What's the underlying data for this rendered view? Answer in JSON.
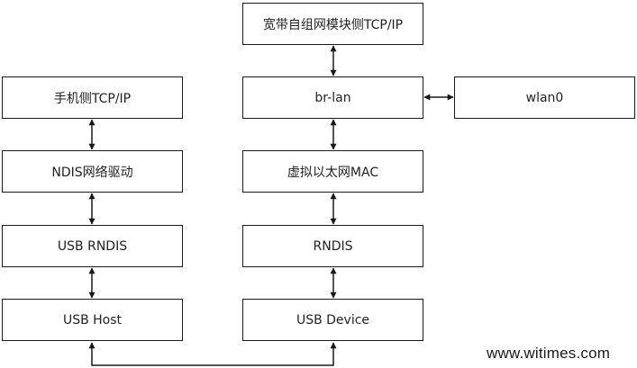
{
  "boxes": {
    "wideband_tcpip": "宽带自组网模块侧TCP/IP",
    "br_lan": "br-lan",
    "wlan0": "wlan0",
    "virtual_eth_mac": "虚拟以太网MAC",
    "rndis": "RNDIS",
    "usb_device": "USB Device",
    "phone_tcpip": "手机侧TCP/IP",
    "ndis_driver": "NDIS网络驱动",
    "usb_rndis": "USB RNDIS",
    "usb_host": "USB Host"
  },
  "watermark": "www.witimes.com",
  "colors": {
    "line": "#1a1a1a",
    "box_border": "#1a1a1a",
    "background": "#ffffff"
  }
}
